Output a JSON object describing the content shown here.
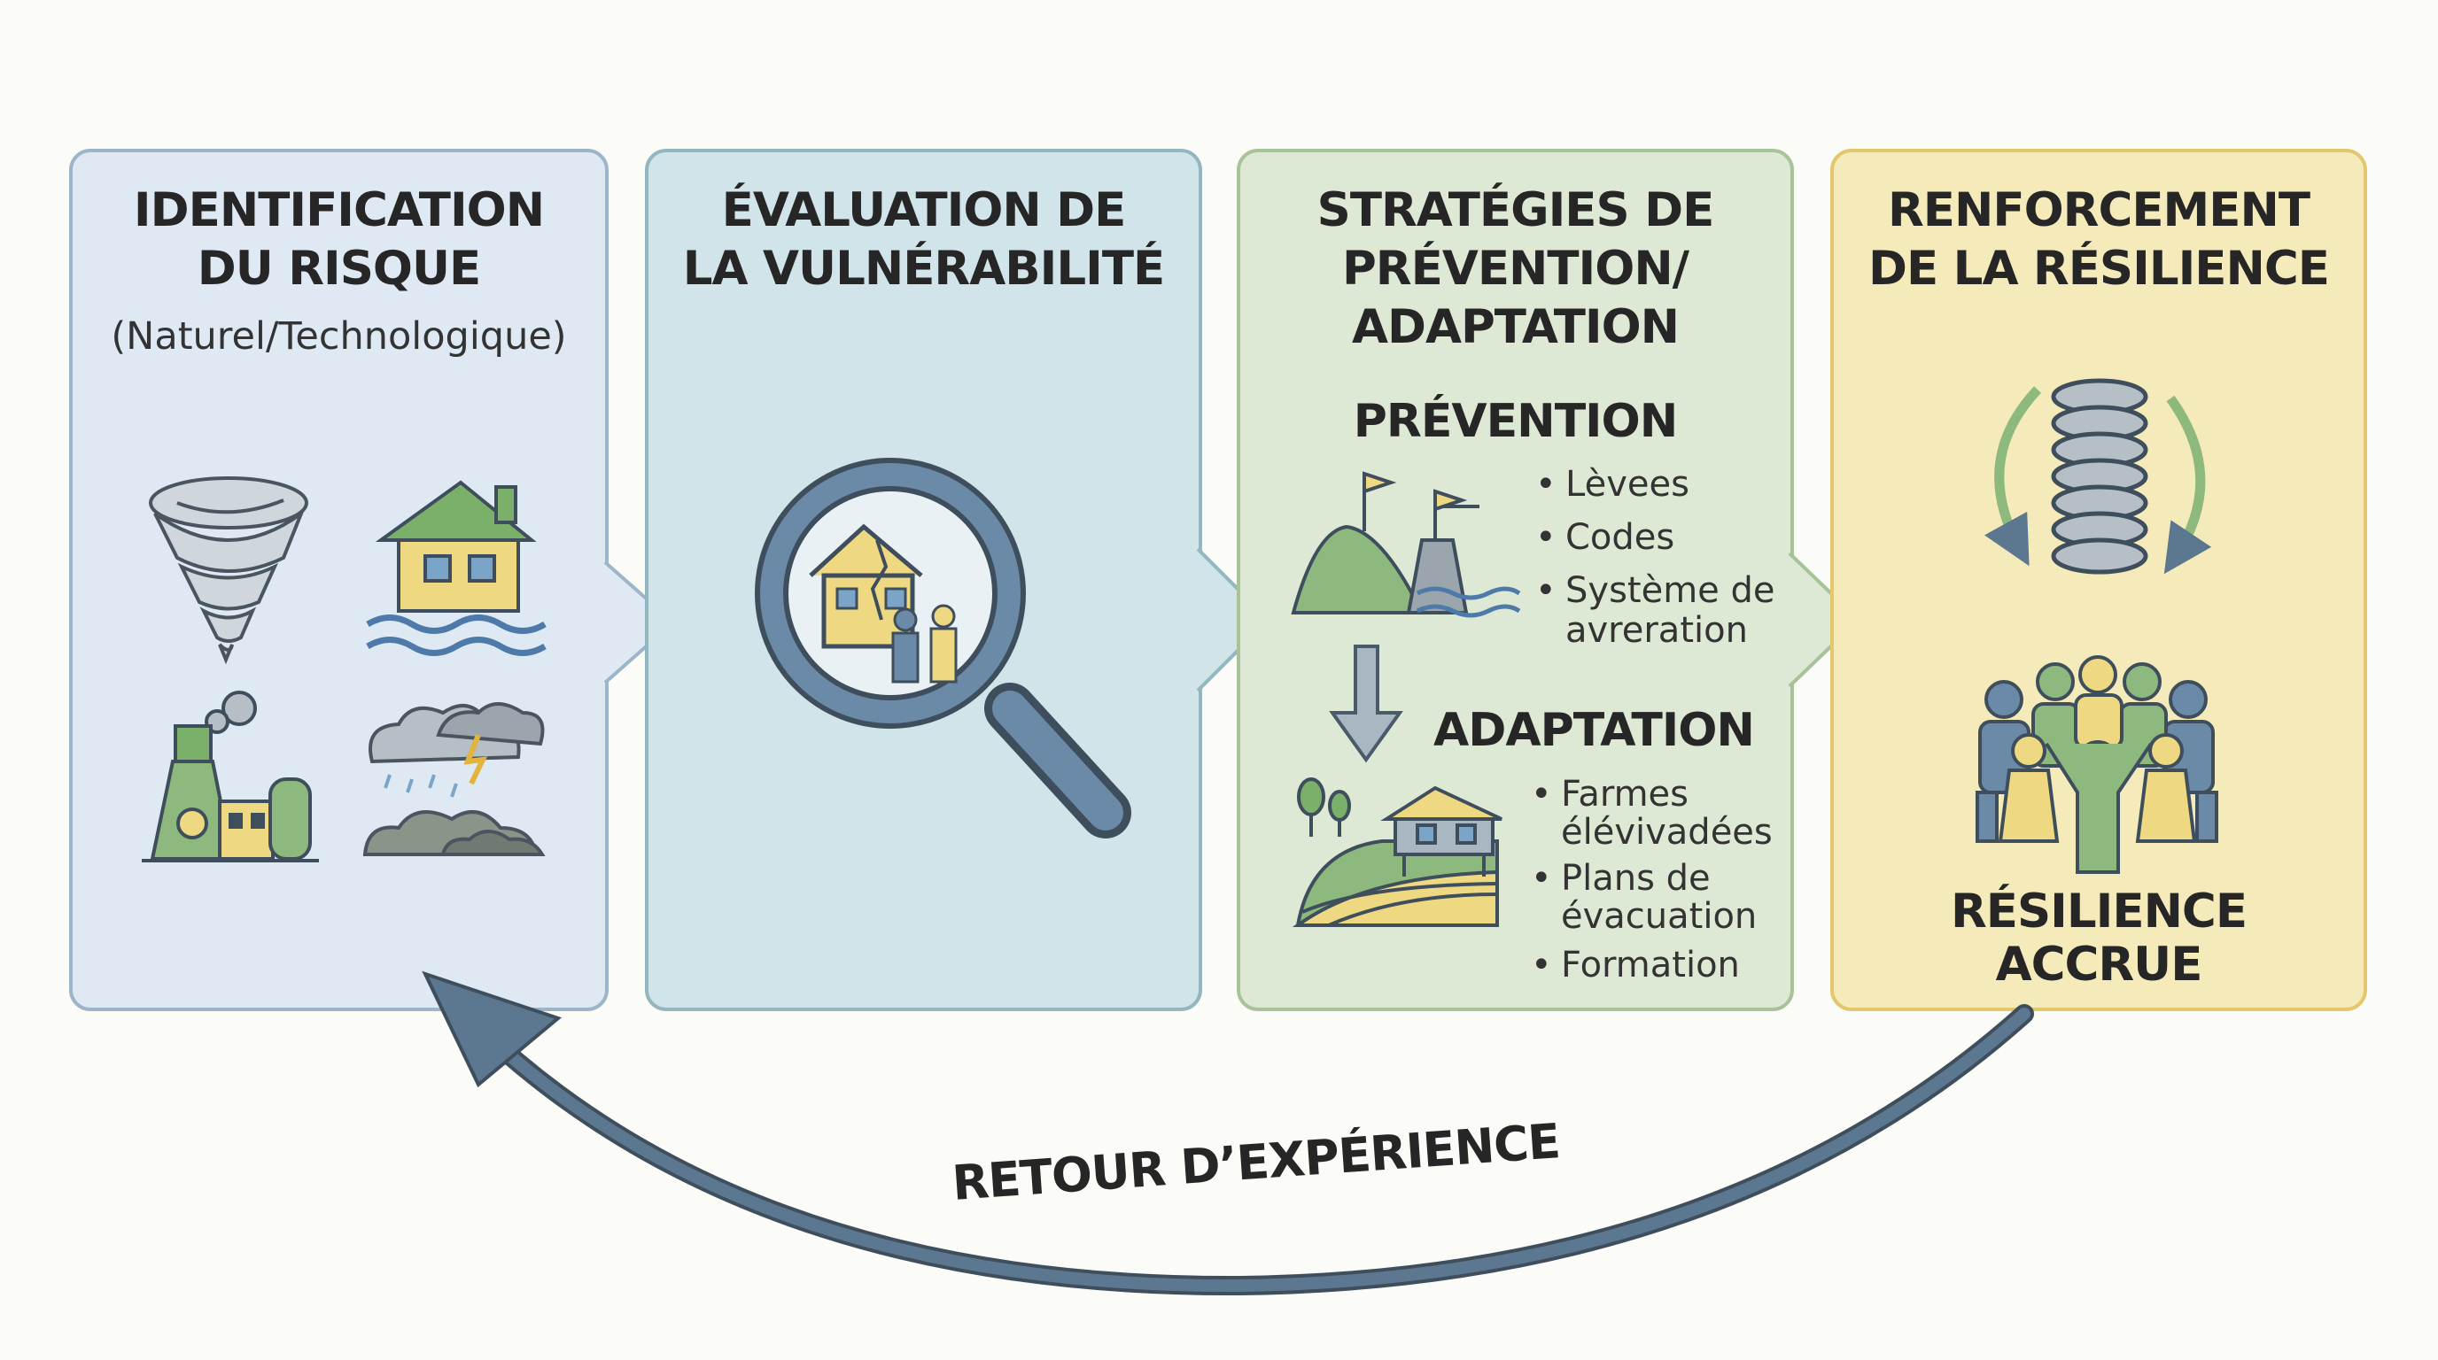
{
  "colors": {
    "panel1": "#dfe9f3",
    "panel2": "#d0e4e9",
    "panel3": "#dde9d4",
    "panel4": "#f5eab9",
    "arrow": "#5c7890",
    "green": "#8db97e",
    "yellow": "#eed881",
    "blue": "#6a8aa7"
  },
  "panel1": {
    "title_line1": "IDENTIFICATION",
    "title_line2": "DU RISQUE",
    "subtitle": "(Naturel/Technologique)",
    "icons": [
      "tornado-icon",
      "flooded-house-icon",
      "nuclear-plant-icon",
      "storm-cloud-icon"
    ]
  },
  "panel2": {
    "title_line1": "ÉVALUATION DE",
    "title_line2": "LA VULNÉRABILITÉ",
    "icon": "magnifier-house-people-icon"
  },
  "panel3": {
    "title_line1": "STRATÉGIES DE",
    "title_line2": "PRÉVENTION/",
    "title_line3": "ADAPTATION",
    "prevention": {
      "heading": "PRÉVENTION",
      "items": [
        "Lèvees",
        "Codes",
        "Système de",
        "avreration"
      ]
    },
    "adaptation": {
      "heading": "ADAPTATION",
      "items": [
        "Farmes",
        "élévivadées",
        "Plans de",
        "évacuation",
        "Formation"
      ]
    }
  },
  "panel4": {
    "title_line1": "RENFORCEMENT",
    "title_line2": "DE LA RÉSILIENCE",
    "result_line1": "RÉSILIENCE",
    "result_line2": "ACCRUE",
    "icons": [
      "spring-icon",
      "community-icon"
    ]
  },
  "feedback_loop": {
    "label": "RETOUR D’EXPÉRIENCE"
  }
}
